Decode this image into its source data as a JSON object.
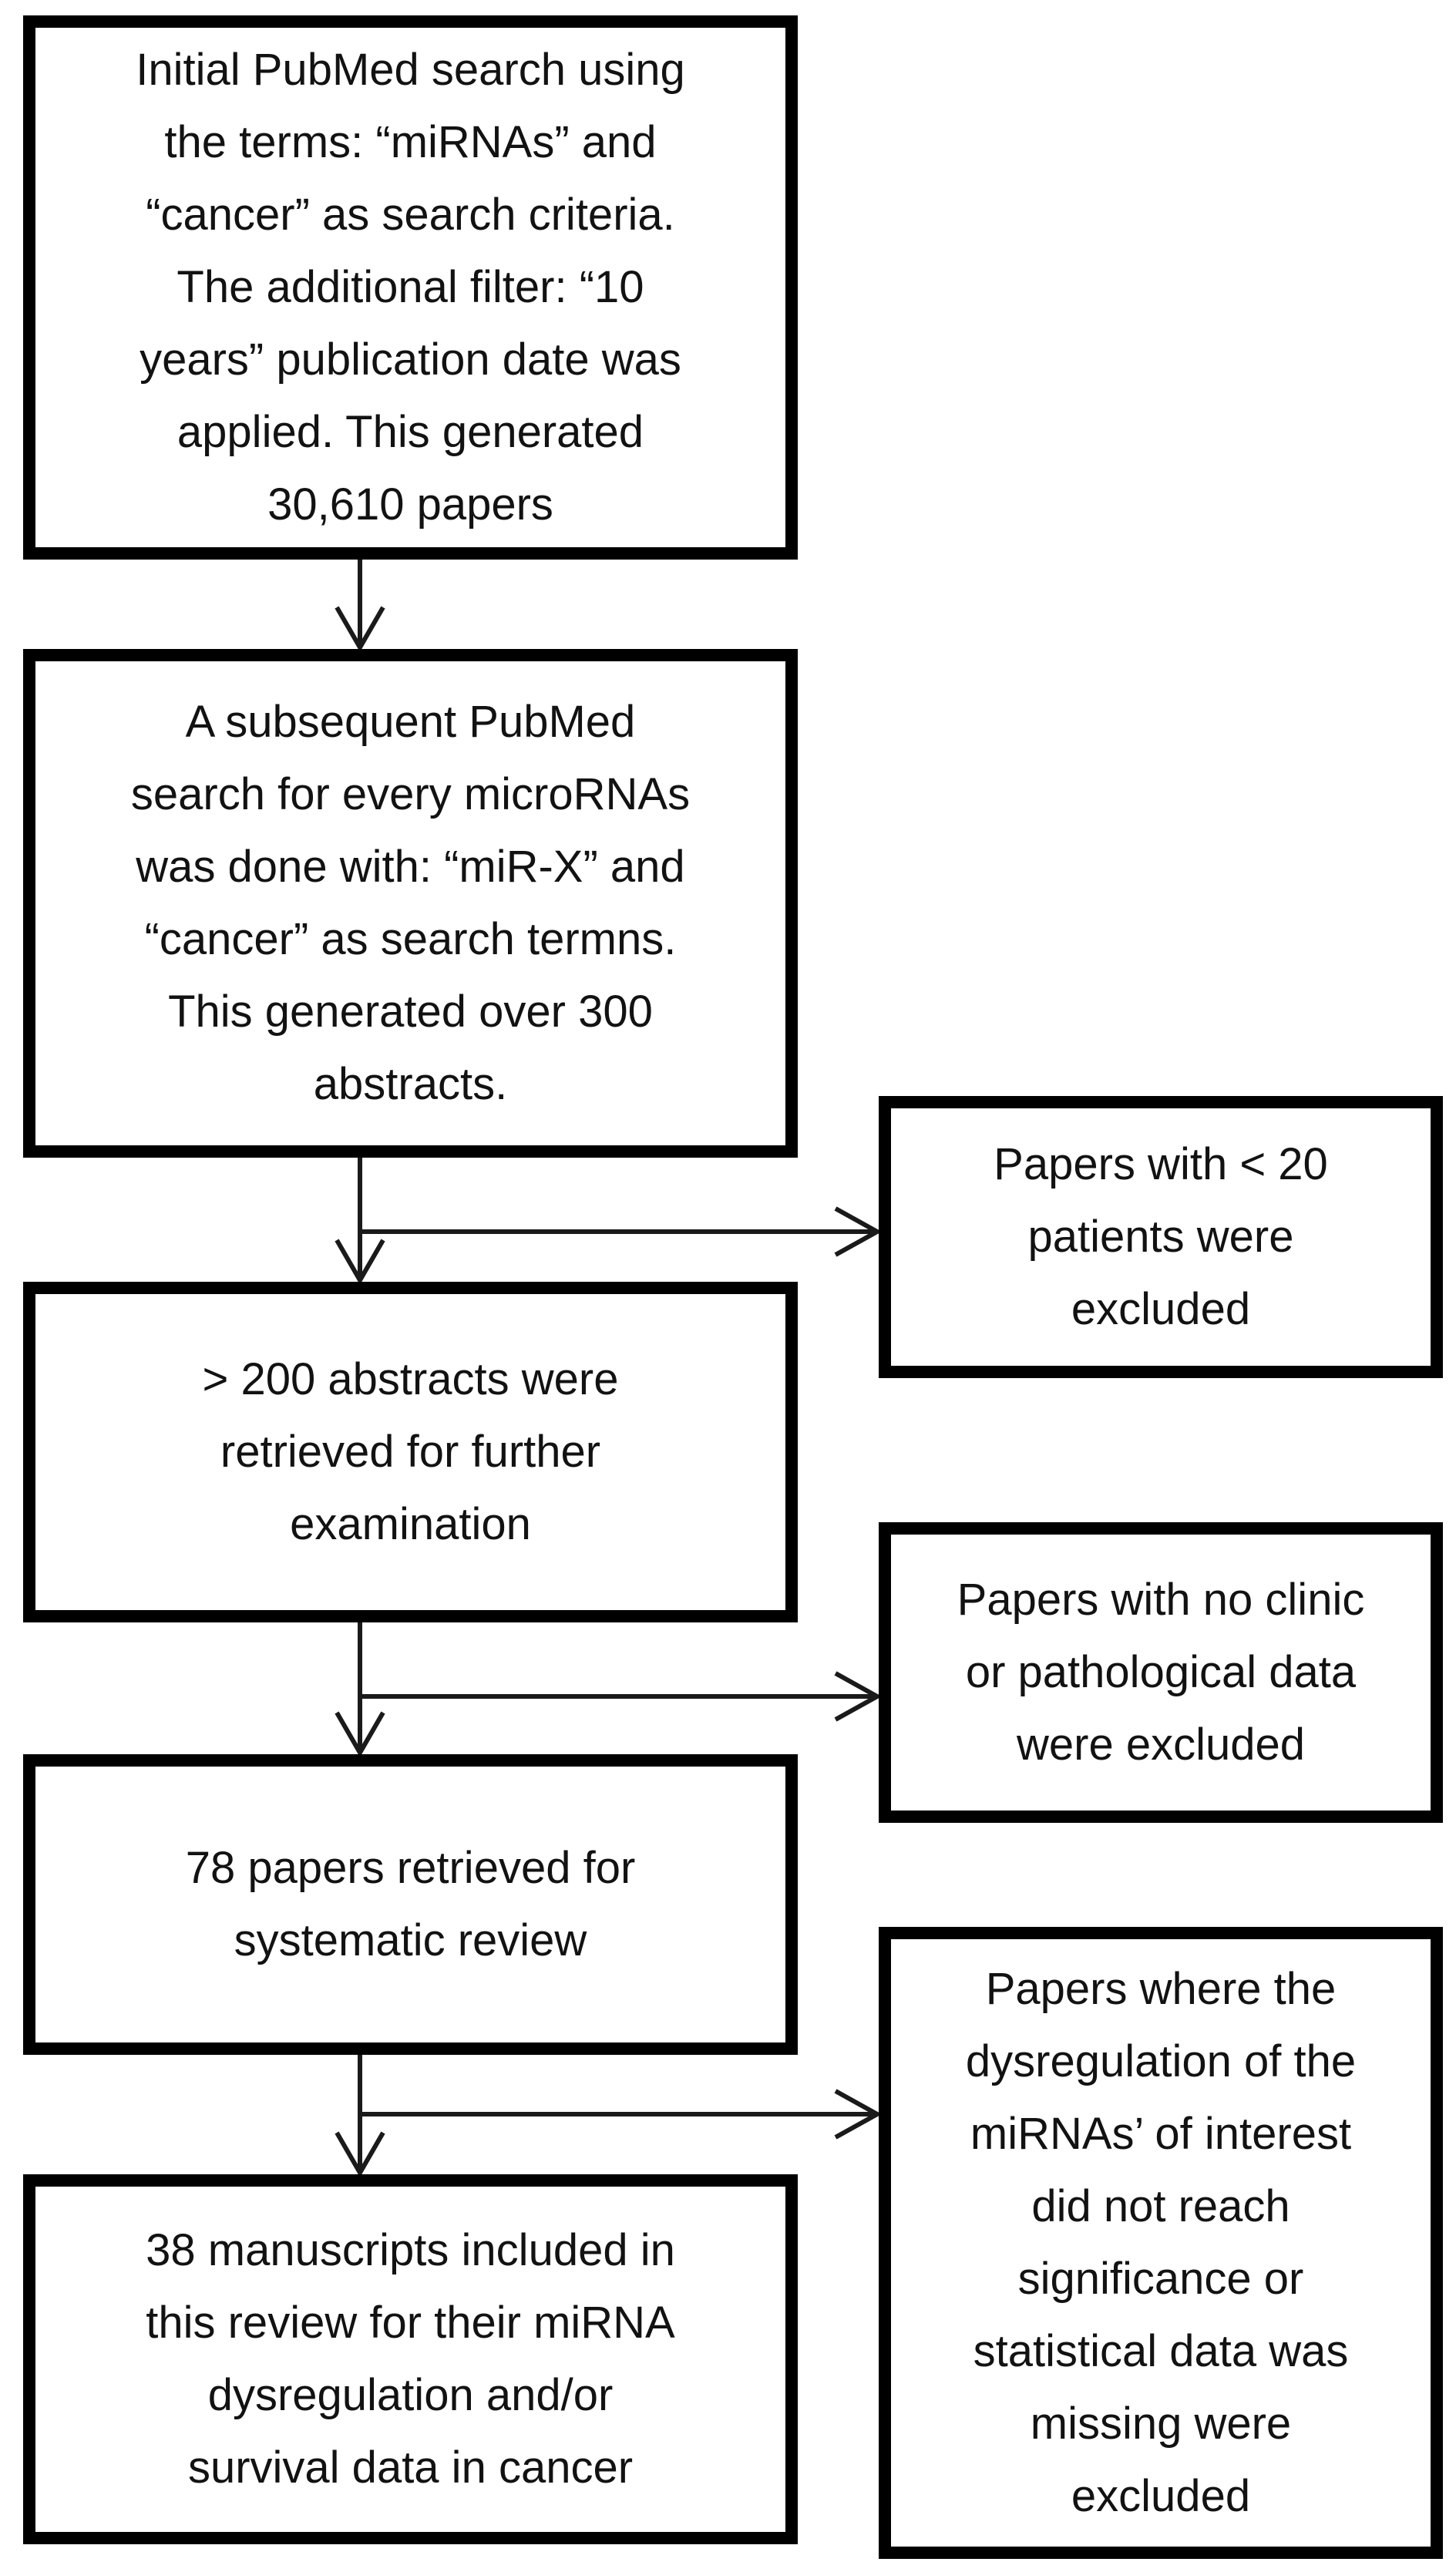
{
  "flow": {
    "main": [
      {
        "text": "Initial PubMed search using\nthe terms: “miRNAs” and\n“cancer” as search criteria.\nThe additional filter: “10\nyears” publication date was\napplied. This generated\n30,610 papers"
      },
      {
        "text": "A subsequent PubMed\nsearch for every microRNAs\nwas done with: “miR-X” and\n“cancer” as search termns.\nThis generated over 300\nabstracts."
      },
      {
        "text": "> 200 abstracts were\nretrieved for further\nexamination"
      },
      {
        "text": "78 papers retrieved for\nsystematic review"
      },
      {
        "text": "38 manuscripts included in\nthis review for their miRNA\ndysregulation and/or\nsurvival data in cancer"
      }
    ],
    "exclusions": [
      {
        "text": "Papers with < 20\npatients were\nexcluded"
      },
      {
        "text": "Papers with no clinic\nor pathological data\nwere excluded"
      },
      {
        "text": "Papers where the\ndysregulation of the\nmiRNAs’ of interest\ndid not reach\nsignificance or\nstatistical data was\nmissing were\nexcluded"
      }
    ],
    "colors": {
      "border": "#000000",
      "background": "#ffffff",
      "text": "#121212",
      "arrow": "#1a1a1a"
    }
  }
}
